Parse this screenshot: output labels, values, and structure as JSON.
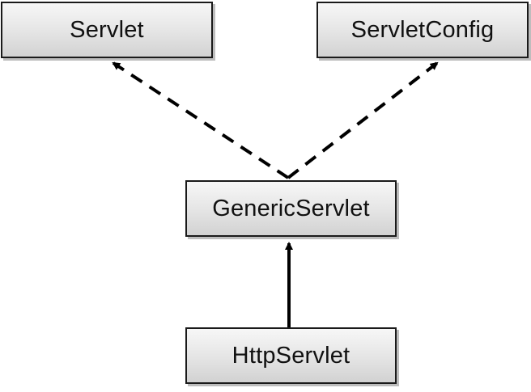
{
  "nodes": {
    "servlet": "Servlet",
    "servlet_config": "ServletConfig",
    "generic_servlet": "GenericServlet",
    "http_servlet": "HttpServlet"
  },
  "edges": [
    {
      "from": "GenericServlet",
      "to": "Servlet",
      "style": "dashed"
    },
    {
      "from": "GenericServlet",
      "to": "ServletConfig",
      "style": "dashed"
    },
    {
      "from": "HttpServlet",
      "to": "GenericServlet",
      "style": "solid"
    }
  ],
  "colors": {
    "border": "#1a1a1a",
    "fill_top": "#f7f7f7",
    "fill_bottom": "#d2d2d2",
    "line": "#000000"
  }
}
